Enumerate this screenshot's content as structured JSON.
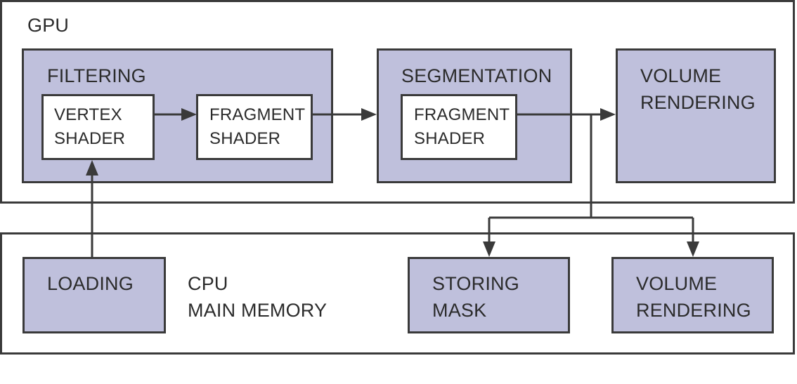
{
  "gpu": {
    "title": "GPU",
    "filtering": {
      "title": "FILTERING",
      "vertex_shader": [
        "VERTEX",
        "SHADER"
      ],
      "fragment_shader": [
        "FRAGMENT",
        "SHADER"
      ]
    },
    "segmentation": {
      "title": "SEGMENTATION",
      "fragment_shader": [
        "FRAGMENT",
        "SHADER"
      ]
    },
    "volume_rendering": [
      "VOLUME",
      "RENDERING"
    ]
  },
  "cpu": {
    "title": [
      "CPU",
      "MAIN MEMORY"
    ],
    "loading": "LOADING",
    "storing_mask": [
      "STORING",
      "MASK"
    ],
    "volume_rendering": [
      "VOLUME",
      "RENDERING"
    ]
  },
  "colors": {
    "stage_fill": "#bfc0dc",
    "border": "#3a3a3a",
    "text": "#2b2b2b"
  }
}
